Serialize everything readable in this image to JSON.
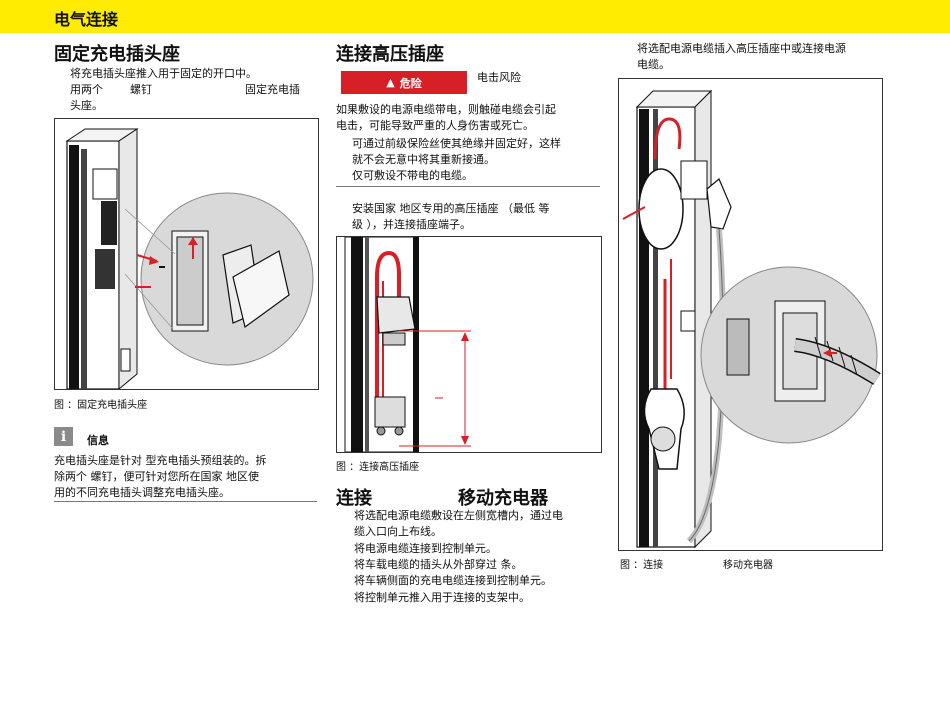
{
  "header": {
    "title": "电气连接"
  },
  "col1": {
    "heading": "固定充电插头座",
    "step1": "将充电插头座推入用于固定的开口中。",
    "step2a": "用两个",
    "step2b": "螺钉",
    "step2c": "固定充电插",
    "step2d": "头座。",
    "caption": "图  ：固定充电插头座",
    "info_label": "信息",
    "info_line1": "充电插头座是针对   型充电插头预组装的。拆",
    "info_line2": "除两个      螺钉，便可针对您所在国家 地区使",
    "info_line3": "用的不同充电插头调整充电插头座。"
  },
  "col2": {
    "heading": "连接高压插座",
    "danger_label": "危险",
    "danger_icon": "warning-triangle",
    "danger_desc": "电击风险",
    "warn_line1": "如果敷设的电源电缆带电，则触碰电缆会引起",
    "warn_line2": "电击，可能导致严重的人身伤害或死亡。",
    "measure1_line1": "可通过前级保险丝使其绝缘并固定好，这样",
    "measure1_line2": "就不会无意中将其重新接通。",
    "measure2": "仅可敷设不带电的电缆。",
    "install_line1": "安装国家 地区专用的高压插座 （最低     等",
    "install_line2": "级       ），并连接插座端子。",
    "caption": "图  ：连接高压插座",
    "heading2a": "连接",
    "heading2b": "移动充电器",
    "steps2": [
      "将选配电源电缆敷设在左侧宽槽内，通过电",
      "缆入口向上布线。",
      "将电源电缆连接到控制单元。",
      "将车载电缆的插头从外部穿过    条。",
      "将车辆侧面的充电电缆连接到控制单元。",
      "将控制单元推入用于连接的支架中。"
    ]
  },
  "col3": {
    "intro_line1": "将选配电源电缆插入高压插座中或连接电源",
    "intro_line2": "电缆。",
    "caption_a": "图  ：连接",
    "caption_b": "移动充电器"
  },
  "colors": {
    "header": "#ffec00",
    "danger": "#d61f26",
    "accent_red": "#d61f26"
  }
}
